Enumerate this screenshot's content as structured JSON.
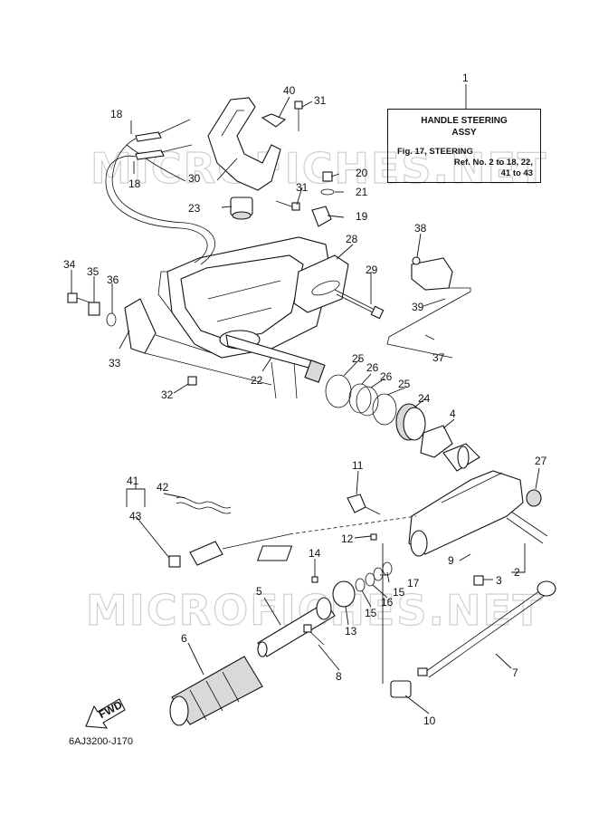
{
  "reference": {
    "index": "1",
    "title_line1": "HANDLE STEERING",
    "title_line2": "ASSY",
    "figure": "Fig. 17, STEERING",
    "ref_line1": "Ref. No. 2 to 18, 22,",
    "ref_line2": "41 to 43"
  },
  "diagram_code": "6AJ3200-J170",
  "fwd_label": "FWD",
  "watermark": "MICROFICHES.NET",
  "callouts": [
    {
      "id": "c1",
      "text": "1"
    },
    {
      "id": "c2",
      "text": "2"
    },
    {
      "id": "c3",
      "text": "3"
    },
    {
      "id": "c4",
      "text": "4"
    },
    {
      "id": "c5",
      "text": "5"
    },
    {
      "id": "c6",
      "text": "6"
    },
    {
      "id": "c7",
      "text": "7"
    },
    {
      "id": "c8",
      "text": "8"
    },
    {
      "id": "c9",
      "text": "9"
    },
    {
      "id": "c10",
      "text": "10"
    },
    {
      "id": "c11",
      "text": "11"
    },
    {
      "id": "c12",
      "text": "12"
    },
    {
      "id": "c13",
      "text": "13"
    },
    {
      "id": "c14",
      "text": "14"
    },
    {
      "id": "c15a",
      "text": "15"
    },
    {
      "id": "c15b",
      "text": "15"
    },
    {
      "id": "c16",
      "text": "16"
    },
    {
      "id": "c17",
      "text": "17"
    },
    {
      "id": "c18a",
      "text": "18"
    },
    {
      "id": "c18b",
      "text": "18"
    },
    {
      "id": "c19",
      "text": "19"
    },
    {
      "id": "c20",
      "text": "20"
    },
    {
      "id": "c21",
      "text": "21"
    },
    {
      "id": "c22",
      "text": "22"
    },
    {
      "id": "c23",
      "text": "23"
    },
    {
      "id": "c24",
      "text": "24"
    },
    {
      "id": "c25a",
      "text": "25"
    },
    {
      "id": "c25b",
      "text": "25"
    },
    {
      "id": "c26a",
      "text": "26"
    },
    {
      "id": "c26b",
      "text": "26"
    },
    {
      "id": "c27",
      "text": "27"
    },
    {
      "id": "c28",
      "text": "28"
    },
    {
      "id": "c29",
      "text": "29"
    },
    {
      "id": "c30",
      "text": "30"
    },
    {
      "id": "c31a",
      "text": "31"
    },
    {
      "id": "c31b",
      "text": "31"
    },
    {
      "id": "c32",
      "text": "32"
    },
    {
      "id": "c33",
      "text": "33"
    },
    {
      "id": "c34",
      "text": "34"
    },
    {
      "id": "c35",
      "text": "35"
    },
    {
      "id": "c36",
      "text": "36"
    },
    {
      "id": "c37",
      "text": "37"
    },
    {
      "id": "c38",
      "text": "38"
    },
    {
      "id": "c39",
      "text": "39"
    },
    {
      "id": "c40",
      "text": "40"
    },
    {
      "id": "c41",
      "text": "41"
    },
    {
      "id": "c42",
      "text": "42"
    },
    {
      "id": "c43",
      "text": "43"
    }
  ]
}
